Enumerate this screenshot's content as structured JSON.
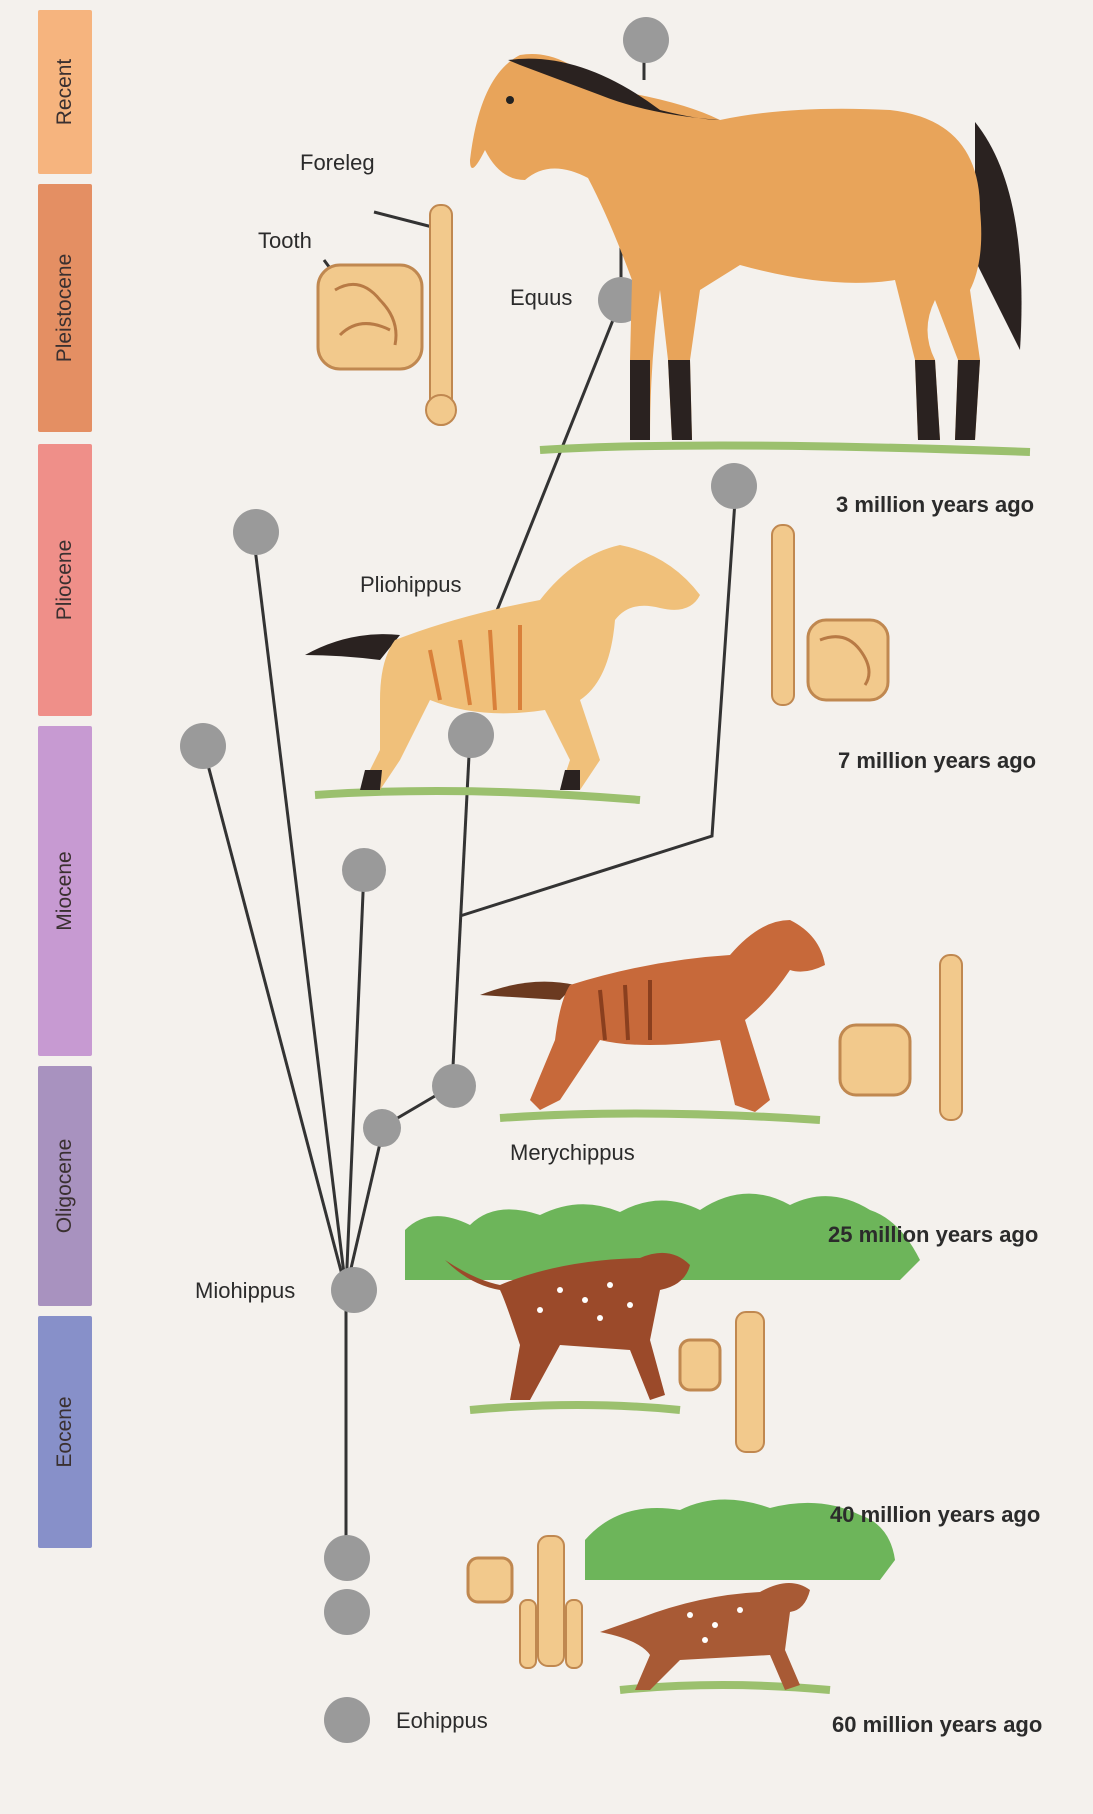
{
  "eras": [
    {
      "label": "Recent",
      "color": "#f6b47e"
    },
    {
      "label": "Pleistocene",
      "color": "#e48f63"
    },
    {
      "label": "Pliocene",
      "color": "#ef8f89"
    },
    {
      "label": "Miocene",
      "color": "#c79ad2"
    },
    {
      "label": "Oligocene",
      "color": "#a892bf"
    },
    {
      "label": "Eocene",
      "color": "#8790c9"
    }
  ],
  "anatomy_labels": {
    "foreleg": "Foreleg",
    "tooth": "Tooth"
  },
  "genera": {
    "equus": "Equus",
    "pliohippus": "Pliohippus",
    "merychippus": "Merychippus",
    "miohippus": "Miohippus",
    "eohippus": "Eohippus"
  },
  "times": {
    "t3": "3 million years ago",
    "t7": "7 million years ago",
    "t25": "25 million years ago",
    "t40": "40 million years ago",
    "t60": "60 million years ago"
  },
  "colors": {
    "background": "#f4f1ed",
    "node": "#9a9a9a",
    "tree_line": "#333333",
    "equus_coat": "#e8a45a",
    "mane": "#2a2220",
    "bone": "#f2c98c",
    "foliage": "#6db55a"
  }
}
